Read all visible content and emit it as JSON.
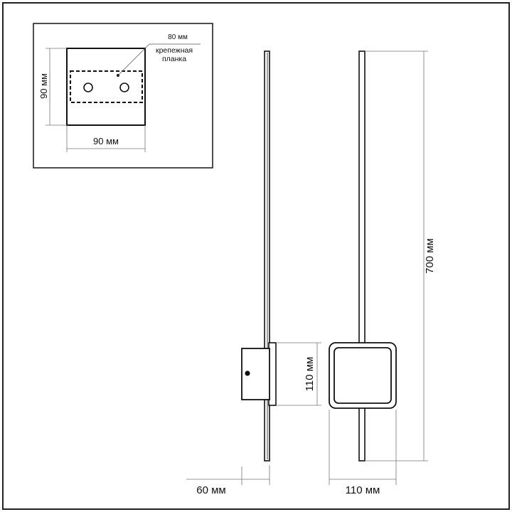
{
  "inset": {
    "callout_width": "80 мм",
    "callout_line1": "крепежная",
    "callout_line2": "планка",
    "height_label": "90 мм",
    "width_label": "90 мм"
  },
  "side_view": {
    "depth_label": "60 мм",
    "block_label": "110 мм"
  },
  "front_view": {
    "width_label": "110 мм",
    "height_label": "700 мм"
  },
  "colors": {
    "line": "#1a1a1a",
    "dim": "#6e6e6e",
    "fill": "#ffffff"
  }
}
